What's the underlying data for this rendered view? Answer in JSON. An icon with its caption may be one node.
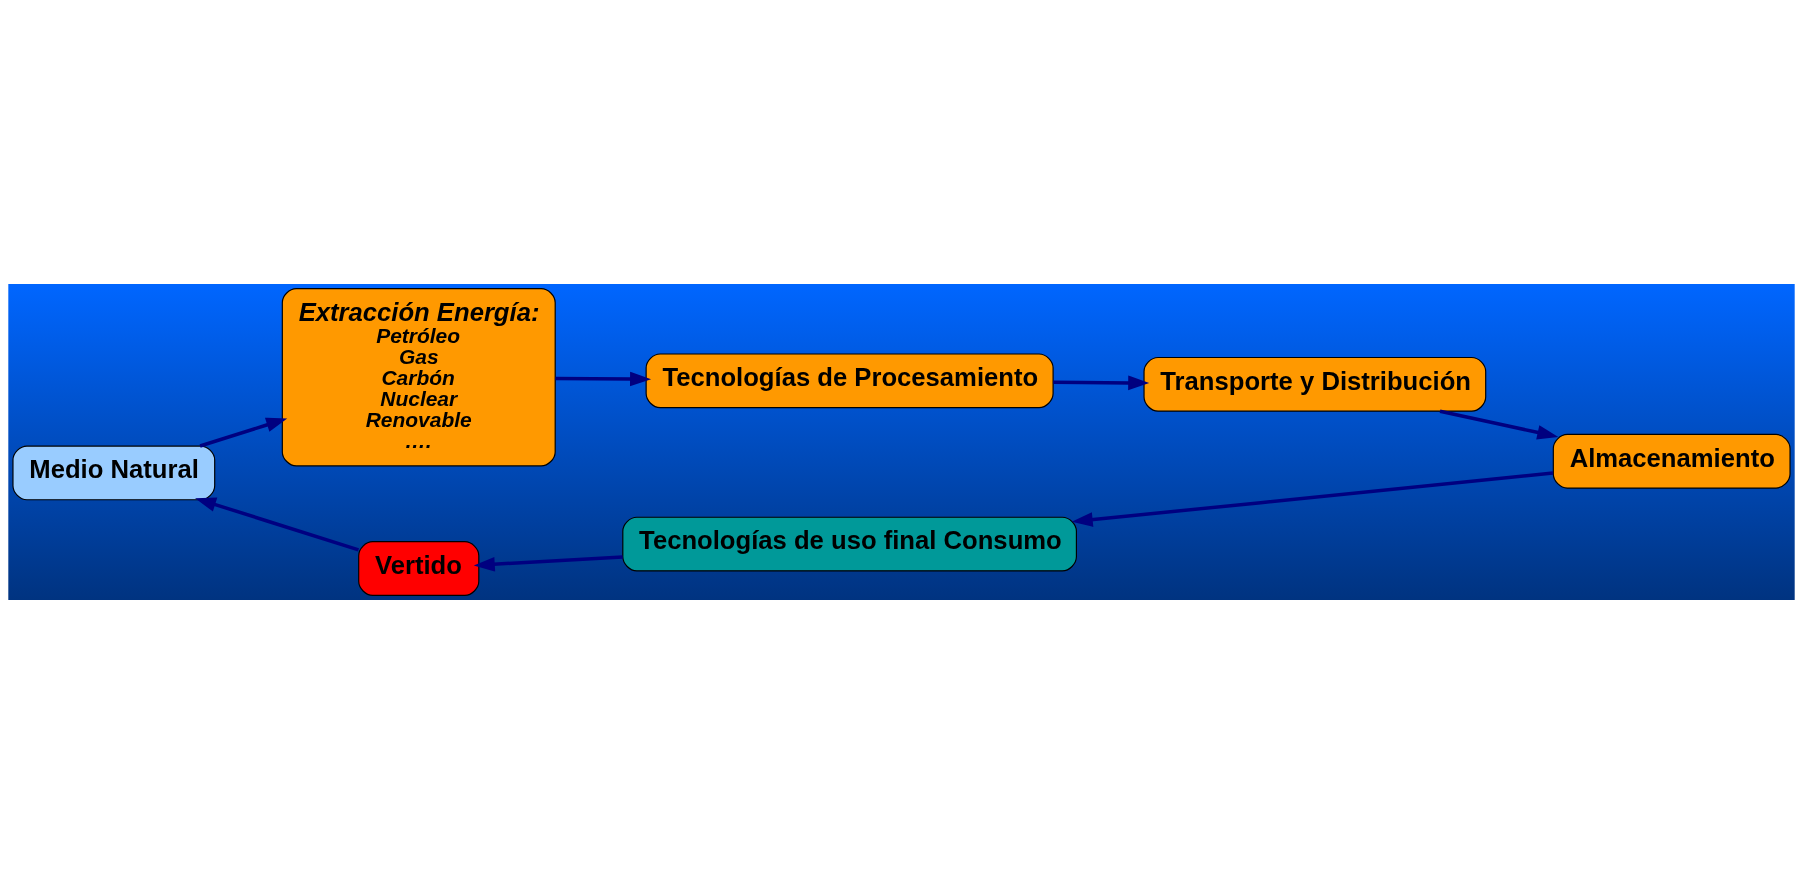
{
  "diagram": {
    "nodes": [
      {
        "text": [
          "Medio Natural"
        ]
      },
      {
        "text": [
          "Extracción Energía:",
          "Petróleo",
          "Gas",
          "Carbón",
          "Nuclear",
          "Renovable",
          "…."
        ]
      },
      {
        "text": [
          "Tecnologías de Procesamiento"
        ]
      },
      {
        "text": [
          "Transporte y Distribución"
        ]
      },
      {
        "text": [
          "Almacenamiento"
        ]
      },
      {
        "text": [
          "Tecnologías de uso final Consumo"
        ]
      },
      {
        "text": [
          "Vertido"
        ]
      }
    ],
    "edges": [
      {
        "from": 0,
        "to": 1,
        "arrow": "to"
      },
      {
        "from": 1,
        "to": 2,
        "arrow": "to"
      },
      {
        "from": 2,
        "to": 3,
        "arrow": "to"
      },
      {
        "from": 3,
        "to": 4,
        "arrow": "to"
      },
      {
        "from": 4,
        "to": 5,
        "arrow": "to"
      },
      {
        "from": 5,
        "to": 6,
        "arrow": "to"
      },
      {
        "from": 6,
        "to": 0,
        "arrow": "to"
      }
    ]
  }
}
